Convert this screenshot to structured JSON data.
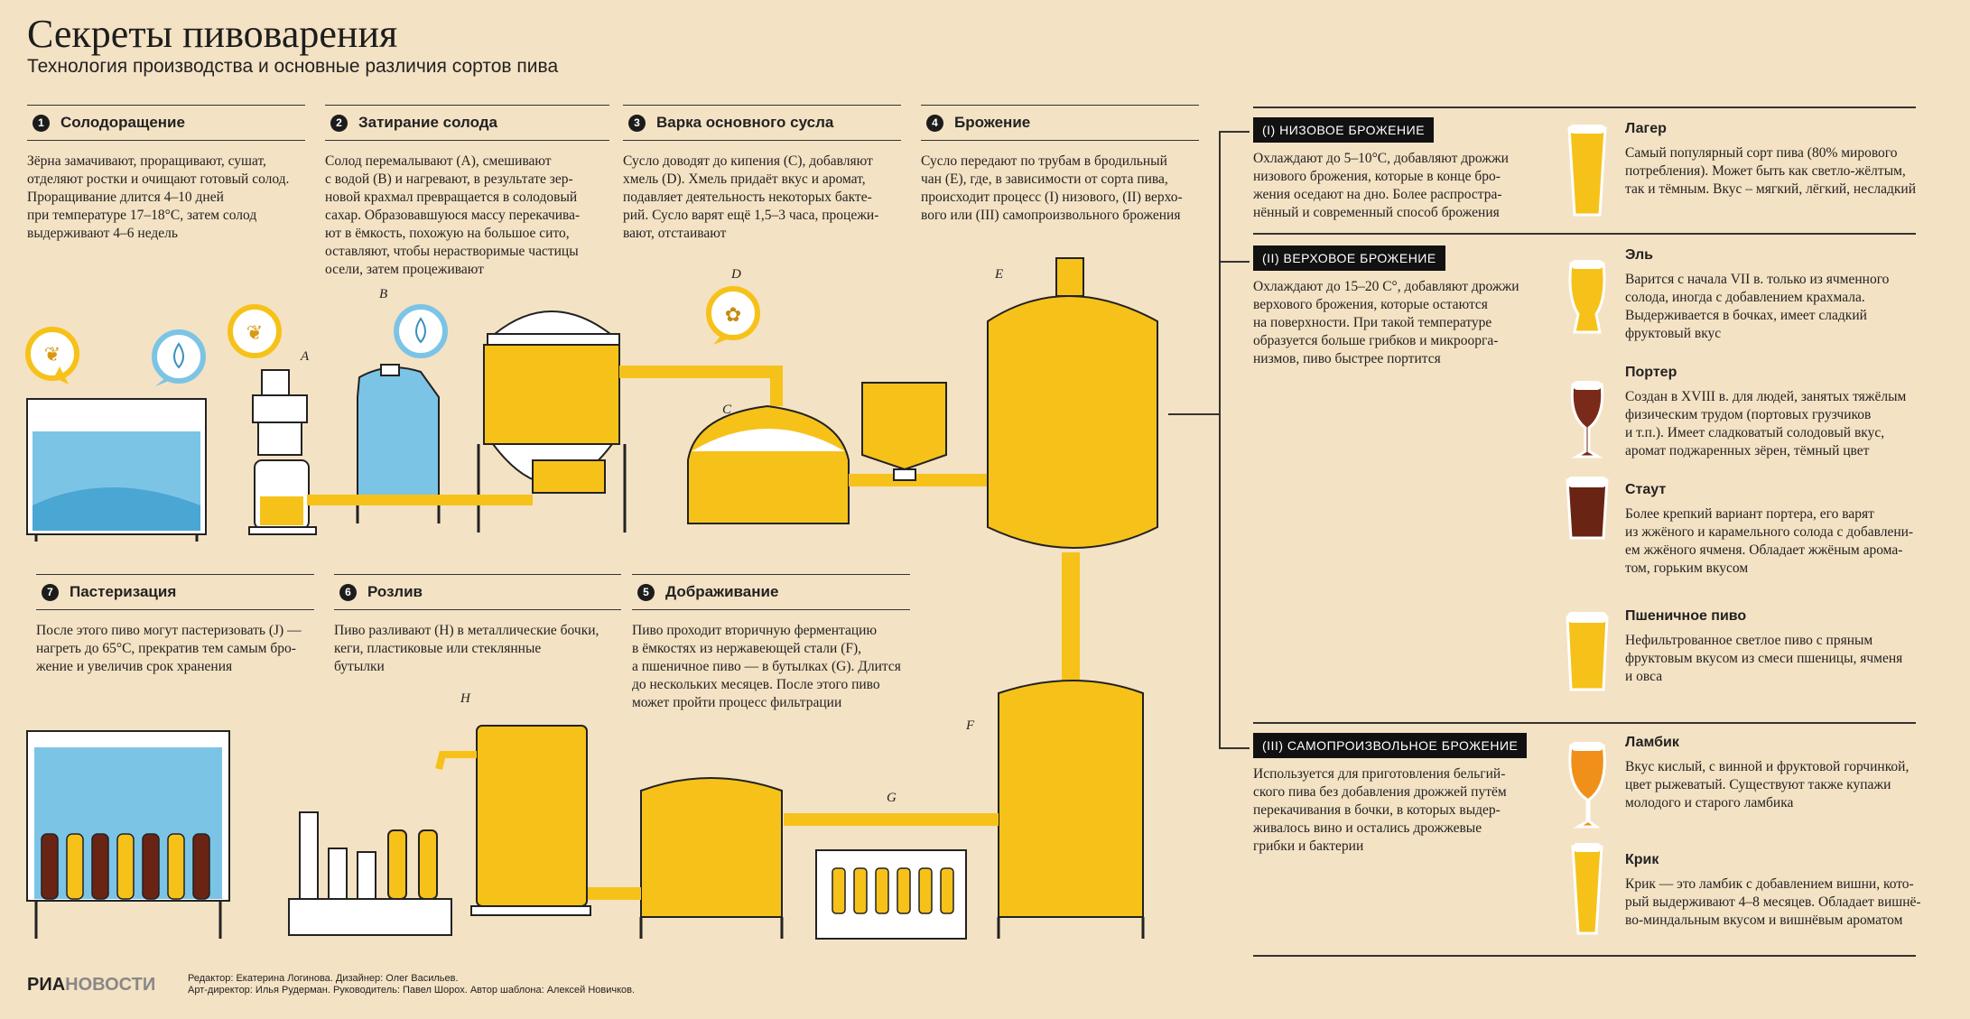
{
  "title": "Секреты пивоварения",
  "subtitle": "Технология производства и основные различия сортов пива",
  "steps": [
    {
      "num": "1",
      "title": "Солодоращение",
      "text": "Зёрна замачивают, проращивают, сушат,\nотделяют ростки и очищают готовый солод.\nПроращивание длится 4–10 дней\nпри температуре 17–18°С, затем солод\nвыдерживают 4–6 недель"
    },
    {
      "num": "2",
      "title": "Затирание солода",
      "text": "Солод перемалывают (A), смешивают\nс водой (B) и нагревают, в результате зер-\nновой крахмал превращается в солодовый\nсахар. Образовавшуюся массу перекачива-\nют в ёмкость, похожую на большое сито,\nоставляют, чтобы нерастворимые частицы\nосели, затем процеживают"
    },
    {
      "num": "3",
      "title": "Варка основного сусла",
      "text": "Сусло доводят до кипения (C), добавляют\nхмель (D). Хмель придаёт вкус и аромат,\nподавляет деятельность некоторых бакте-\nрий. Сусло варят ещё 1,5–3 часа, процежи-\nвают, отстаивают"
    },
    {
      "num": "4",
      "title": "Брожение",
      "text": "Сусло передают по трубам в бродильный\nчан (E), где, в зависимости от сорта пива,\nпроисходит процесс (I) низового, (II) верхо-\nвого или (III) самопроизвольного брожения"
    },
    {
      "num": "5",
      "title": "Дображивание",
      "text": "Пиво проходит вторичную ферментацию\nв ёмкостях из нержавеющей стали (F),\nа пшеничное пиво — в бутылках (G). Длится\nдо нескольких месяцев. После этого пиво\nможет пройти процесс фильтрации"
    },
    {
      "num": "6",
      "title": "Розлив",
      "text": "Пиво разливают (H) в металлические бочки,\nкеги, пластиковые или стеклянные\nбутылки"
    },
    {
      "num": "7",
      "title": "Пастеризация",
      "text": "После этого пиво могут пастеризовать (J) —\nнагреть до 65°С, прекратив тем самым бро-\nжение и увеличив срок хранения"
    }
  ],
  "fermentation": [
    {
      "label": "(I) НИЗОВОЕ БРОЖЕНИЕ",
      "text": "Охлаждают до 5–10°С, добавляют дрожжи\nнизового брожения, которые в конце бро-\nжения оседают на дно. Более распростра-\nнённый и современный способ брожения"
    },
    {
      "label": "(II) ВЕРХОВОЕ БРОЖЕНИЕ",
      "text": "Охлаждают до 15–20 С°, добавляют дрожжи\nверхового брожения, которые остаются\nна поверхности. При такой температуре\nобразуется больше грибков и микроорга-\nнизмов, пиво быстрее портится"
    },
    {
      "label": "(III) САМОПРОИЗВОЛЬНОЕ БРОЖЕНИЕ",
      "text": "Используется для приготовления бельгий-\nского пива без добавления дрожжей путём\nперекачивания в бочки, в которых выдер-\nживалось вино и остались дрожжевые\nгрибки и бактерии"
    }
  ],
  "beers": [
    {
      "name": "Лагер",
      "text": "Самый популярный сорт пива (80% мирового\nпотребления). Может быть как светло-жёлтым,\nтак и тёмным. Вкус – мягкий, лёгкий, несладкий",
      "color": "#f6c21a"
    },
    {
      "name": "Эль",
      "text": "Варится с начала VII в. только из ячменного\nсолода, иногда с добавлением крахмала.\nВыдерживается в бочках, имеет сладкий\nфруктовый вкус",
      "color": "#f6c21a"
    },
    {
      "name": "Портер",
      "text": "Создан в XVIII в. для людей, занятых тяжёлым\nфизическим трудом (портовых грузчиков\nи т.п.). Имеет сладковатый солодовый вкус,\nаромат поджаренных зёрен, тёмный цвет",
      "color": "#7a2a18"
    },
    {
      "name": "Стаут",
      "text": "Более крепкий вариант портера, его варят\nиз жжёного и карамельного солода с добавлени-\nем жжёного ячменя. Обладает жжёным арома-\nтом, горьким вкусом",
      "color": "#6a2414"
    },
    {
      "name": "Пшеничное пиво",
      "text": "Нефильтрованное светлое пиво с пряным\nфруктовым вкусом из смеси пшеницы, ячменя\nи овса",
      "color": "#f6c21a"
    },
    {
      "name": "Ламбик",
      "text": "Вкус кислый, с винной и фруктовой горчинкой,\nцвет рыжеватый. Существуют также купажи\nмолодого и старого ламбика",
      "color": "#f0901a"
    },
    {
      "name": "Крик",
      "text": "Крик — это ламбик с добавлением вишни, кото-\nрый выдерживают 4–8 месяцев. Обладает вишнё-\nво-миндальным вкусом и вишнёвым ароматом",
      "color": "#f6c21a"
    }
  ],
  "letters": {
    "a": "A",
    "b": "B",
    "c": "C",
    "d": "D",
    "e": "E",
    "f": "F",
    "g": "G",
    "h": "H"
  },
  "logo": {
    "part1": "РИА",
    "part2": "НОВОСТИ"
  },
  "credits": {
    "line1": "Редактор: Екатерина Логинова. Дизайнер: Олег Васильев.",
    "line2": "Арт-директор: Илья Рудерман. Руководитель: Павел Шорох. Автор шаблона: Алексей Новичков."
  },
  "colors": {
    "background": "#f4e2c4",
    "beer": "#f6c21a",
    "water": "#7cc4e6",
    "dark": "#111111"
  }
}
